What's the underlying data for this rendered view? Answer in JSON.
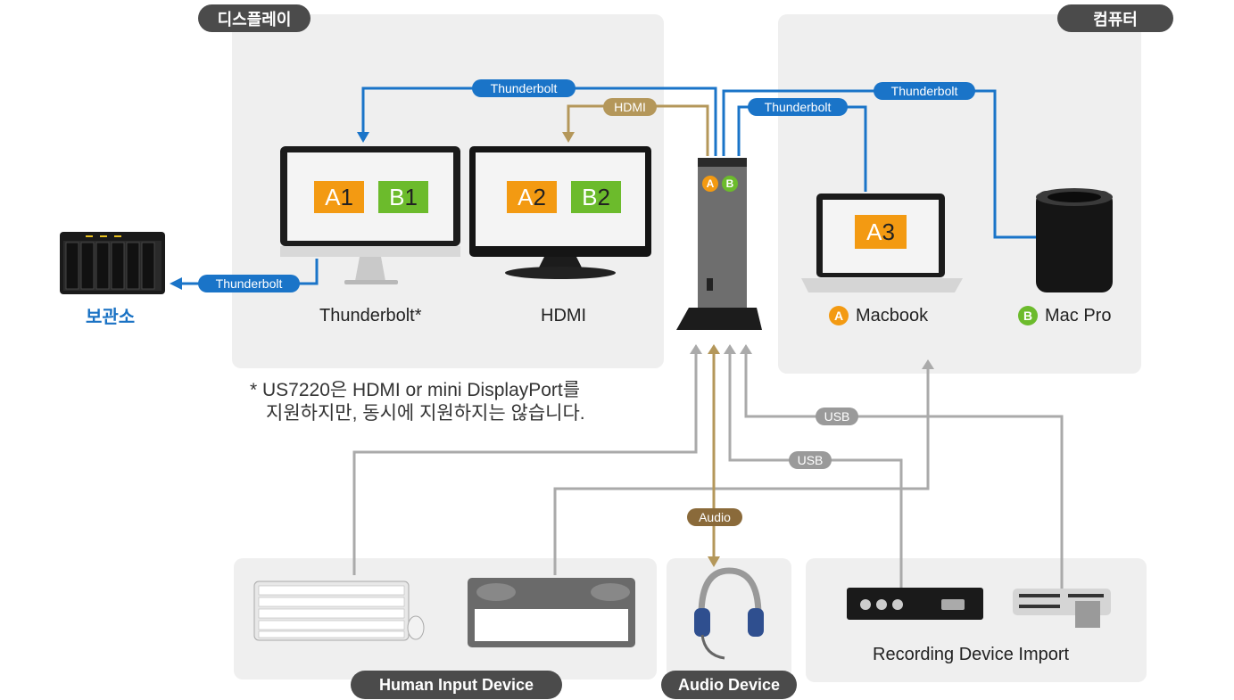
{
  "sections": {
    "display": "디스플레이",
    "computer": "컴퓨터",
    "hid": "Human Input Device",
    "audio": "Audio Device",
    "recording": "Recording Device Import"
  },
  "devices": {
    "storage": "보관소",
    "monitor_tb": "Thunderbolt*",
    "monitor_hdmi": "HDMI",
    "macbook": "Macbook",
    "macbook_badge": "A",
    "macpro": "Mac Pro",
    "macpro_badge": "B"
  },
  "screens": {
    "a1": {
      "letter": "A",
      "num": "1"
    },
    "b1": {
      "letter": "B",
      "num": "1"
    },
    "a2": {
      "letter": "A",
      "num": "2"
    },
    "b2": {
      "letter": "B",
      "num": "2"
    },
    "a3": {
      "letter": "A",
      "num": "3"
    }
  },
  "hub_badges": {
    "a": "A",
    "b": "B"
  },
  "connections": {
    "tb_display": "Thunderbolt",
    "hdmi_display": "HDMI",
    "tb_storage": "Thunderbolt",
    "tb_macbook": "Thunderbolt",
    "tb_macpro": "Thunderbolt",
    "usb_1": "USB",
    "usb_2": "USB",
    "audio": "Audio"
  },
  "note": {
    "line1": "* US7220은 HDMI or mini DisplayPort를",
    "line2": "지원하지만, 동시에 지원하지는 않습니다."
  },
  "colors": {
    "thunderbolt": "#1a74c8",
    "hdmi": "#b4975a",
    "usb": "#9a9a9a",
    "audio": "#8a6a3a",
    "screen_a": "#f39a12",
    "screen_b": "#6cbb2c"
  }
}
